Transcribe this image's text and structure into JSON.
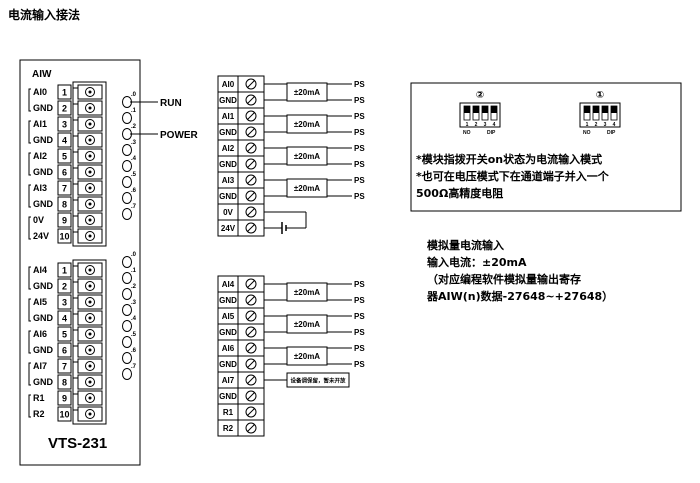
{
  "title": "电流输入接法",
  "module": {
    "header": "AIW",
    "name": "VTS-231",
    "upper_terminals": [
      {
        "num": "1",
        "label": "AI0"
      },
      {
        "num": "2",
        "label": "GND"
      },
      {
        "num": "3",
        "label": "AI1"
      },
      {
        "num": "4",
        "label": "GND"
      },
      {
        "num": "5",
        "label": "AI2"
      },
      {
        "num": "6",
        "label": "GND"
      },
      {
        "num": "7",
        "label": "AI3"
      },
      {
        "num": "8",
        "label": "GND"
      },
      {
        "num": "9",
        "label": "0V"
      },
      {
        "num": "10",
        "label": "24V"
      }
    ],
    "lower_terminals": [
      {
        "num": "1",
        "label": "AI4"
      },
      {
        "num": "2",
        "label": "GND"
      },
      {
        "num": "3",
        "label": "AI5"
      },
      {
        "num": "4",
        "label": "GND"
      },
      {
        "num": "5",
        "label": "AI6"
      },
      {
        "num": "6",
        "label": "GND"
      },
      {
        "num": "7",
        "label": "AI7"
      },
      {
        "num": "8",
        "label": "GND"
      },
      {
        "num": "9",
        "label": "R1"
      },
      {
        "num": "10",
        "label": "R2"
      }
    ],
    "upper_leds": [
      ".0",
      ".1",
      ".2",
      ".3",
      ".4",
      ".5",
      ".6",
      ".7"
    ],
    "lower_leds": [
      ".0",
      ".1",
      ".2",
      ".3",
      ".4",
      ".5",
      ".6",
      ".7"
    ],
    "run_label": "RUN",
    "power_label": "POWER"
  },
  "wiring": {
    "upper_labels": [
      "AI0",
      "GND",
      "AI1",
      "GND",
      "AI2",
      "GND",
      "AI3",
      "GND",
      "0V",
      "24V"
    ],
    "lower_labels": [
      "AI4",
      "GND",
      "AI5",
      "GND",
      "AI6",
      "GND",
      "AI7",
      "GND",
      "R1",
      "R2"
    ],
    "source_label": "±20mA",
    "ps_label": "PS",
    "reserved_note": "设备调保留，暂未开放"
  },
  "dip": {
    "switch1_num": "②",
    "switch2_num": "①",
    "pins": [
      "1",
      "2",
      "3",
      "4"
    ],
    "on_label": "NO",
    "dip_label": "DIP",
    "note1": "*模块指拨开关on状态为电流输入模式",
    "note2": "*也可在电压模式下在通道端子并入一个",
    "note3": "500Ω高精度电阻"
  },
  "info": {
    "line1": "模拟量电流输入",
    "line2": "输入电流：±20mA",
    "line3": "（对应编程软件模拟量输出寄存",
    "line4": "器AIW(n)数据-27648~+27648）"
  }
}
